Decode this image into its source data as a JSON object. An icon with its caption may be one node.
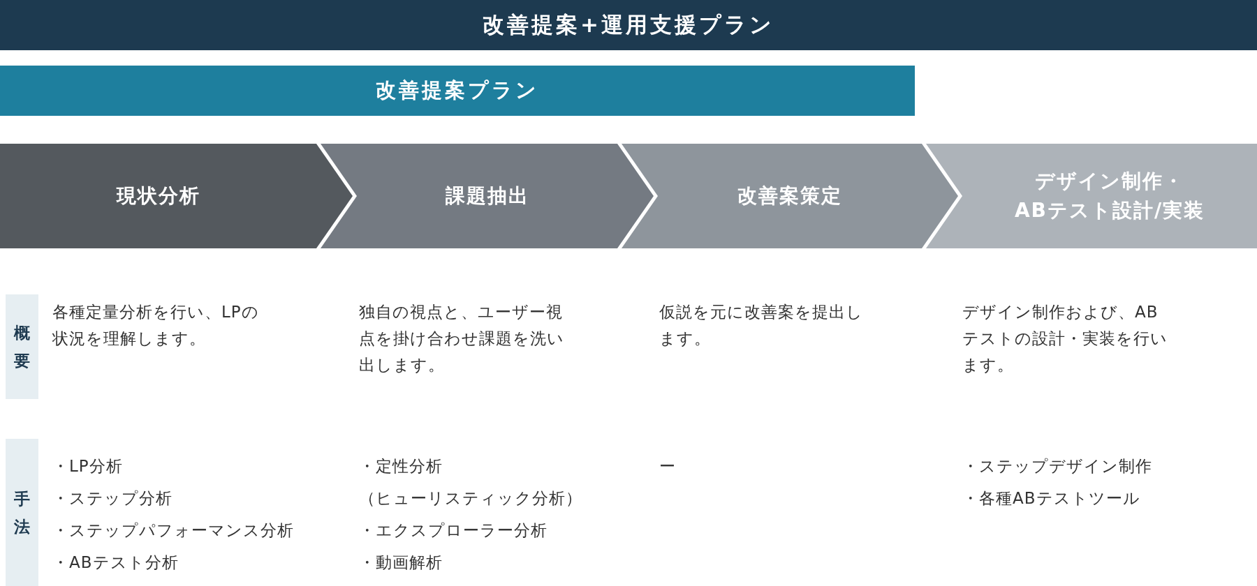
{
  "diagram": {
    "nodes": [
      {
        "text": [
          "改善提案+運用支援プラン"
        ]
      },
      {
        "text": [
          "改善提案プラン"
        ]
      },
      {
        "text": [
          "現状分析"
        ]
      },
      {
        "text": [
          "課題抽出"
        ]
      },
      {
        "text": [
          "改善案策定"
        ]
      },
      {
        "text": [
          "デザイン制作・ABテスト設計/実装"
        ]
      },
      {
        "text": [
          "概要"
        ]
      },
      {
        "text": [
          "手法"
        ]
      }
    ],
    "labels": [
      "各種定量分析を行い、LPの状況を理解します。",
      "独自の視点と、ユーザー視点を掛け合わせ課題を洗い出します。",
      "仮説を元に改善案を提出します。",
      "デザイン制作および、ABテストの設計・実装を行います。",
      "・LP分析",
      "・ステップ分析",
      "・ステップパフォーマンス分析",
      "・ABテスト分析",
      "・定性分析（ヒューリスティック分析）",
      "・エクスプローラー分析",
      "・動画解析",
      "ー",
      "・ステップデザイン制作",
      "・各種ABテストツール"
    ]
  }
}
